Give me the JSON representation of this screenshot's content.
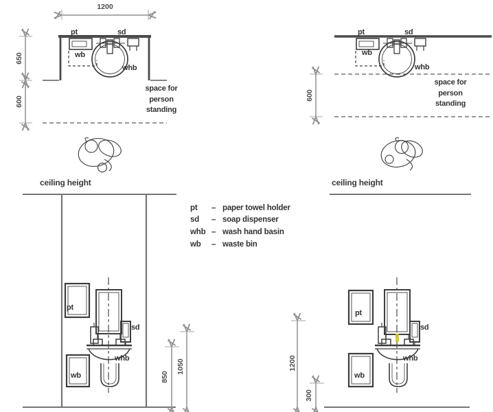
{
  "abbr": {
    "pt": "pt",
    "sd": "sd",
    "whb": "whb",
    "wb": "wb"
  },
  "notes": {
    "ceiling": "ceiling height",
    "standing": [
      "space for",
      "person",
      "standing"
    ]
  },
  "legend": {
    "items": [
      {
        "abbr": "pt",
        "sep": "–",
        "desc": "paper towel holder"
      },
      {
        "abbr": "sd",
        "sep": "–",
        "desc": "soap dispenser"
      },
      {
        "abbr": "whb",
        "sep": "–",
        "desc": "wash hand basin"
      },
      {
        "abbr": "wb",
        "sep": "–",
        "desc": "waste bin"
      }
    ]
  },
  "plan_left": {
    "dims": {
      "width": "1200",
      "zone_depth": "650",
      "standing_depth": "600"
    }
  },
  "plan_right": {
    "dims": {
      "standing_depth": "600"
    }
  },
  "elev_left": {
    "dims": {
      "rim_height": "850",
      "top_height": "1050"
    }
  },
  "elev_right": {
    "dims": {
      "overall": "1200",
      "bin_height": "300"
    }
  },
  "colors": {
    "ink": "#3d3d3d",
    "wall": "#4a4a4a",
    "structure": "#757575",
    "dim": "#8f8f8f",
    "accent": "#cfc02e"
  }
}
